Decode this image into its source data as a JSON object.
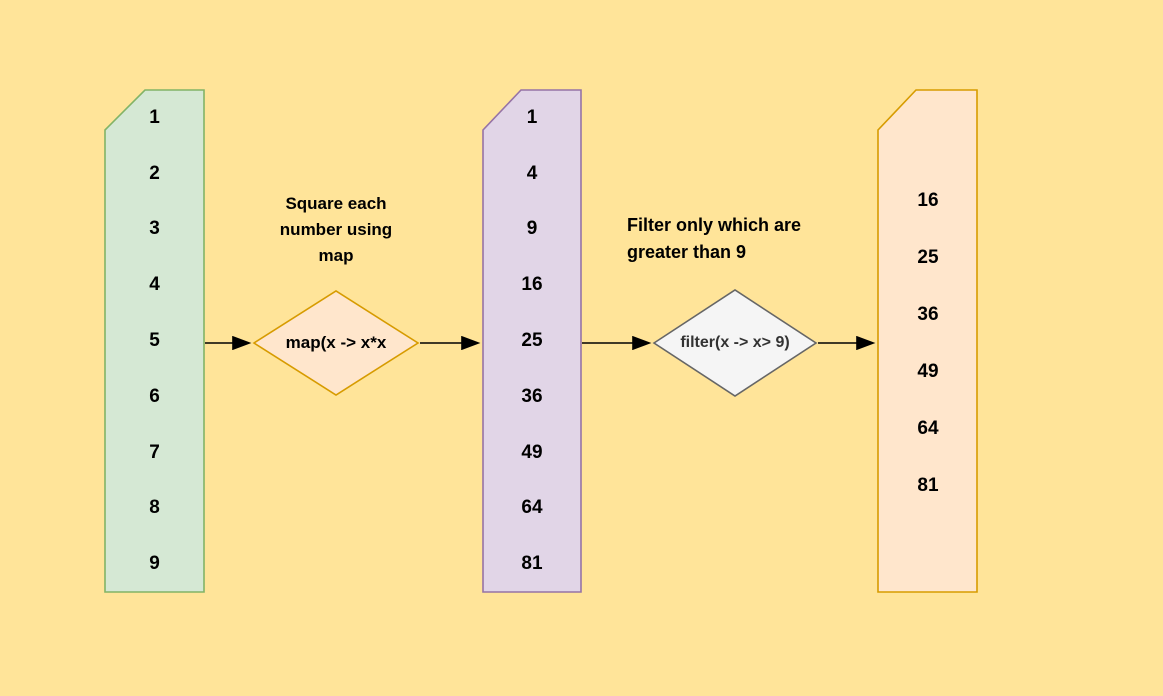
{
  "canvas": {
    "background": "#FFE499",
    "arrow_color": "#000000",
    "text_color": "#000000"
  },
  "columns": {
    "input": {
      "values": [
        "1",
        "2",
        "3",
        "4",
        "5",
        "6",
        "7",
        "8",
        "9"
      ],
      "fill": "#D5E8D4",
      "stroke": "#82B366"
    },
    "squared": {
      "values": [
        "1",
        "4",
        "9",
        "16",
        "25",
        "36",
        "49",
        "64",
        "81"
      ],
      "fill": "#E1D5E7",
      "stroke": "#9673A6"
    },
    "filtered": {
      "values": [
        "16",
        "25",
        "36",
        "49",
        "64",
        "81"
      ],
      "fill": "#FFE6CC",
      "stroke": "#D79B00"
    }
  },
  "map_step": {
    "label_lines": [
      "Square each",
      "number using",
      "map"
    ],
    "node_text": "map(x -> x*x",
    "fill": "#FFE6CC",
    "stroke": "#D79B00",
    "text_color": "#000000"
  },
  "filter_step": {
    "label_lines": [
      "Filter only which are",
      "greater than 9"
    ],
    "node_text": "filter(x -> x> 9)",
    "fill": "#F5F5F5",
    "stroke": "#666666",
    "text_color": "#333333"
  }
}
